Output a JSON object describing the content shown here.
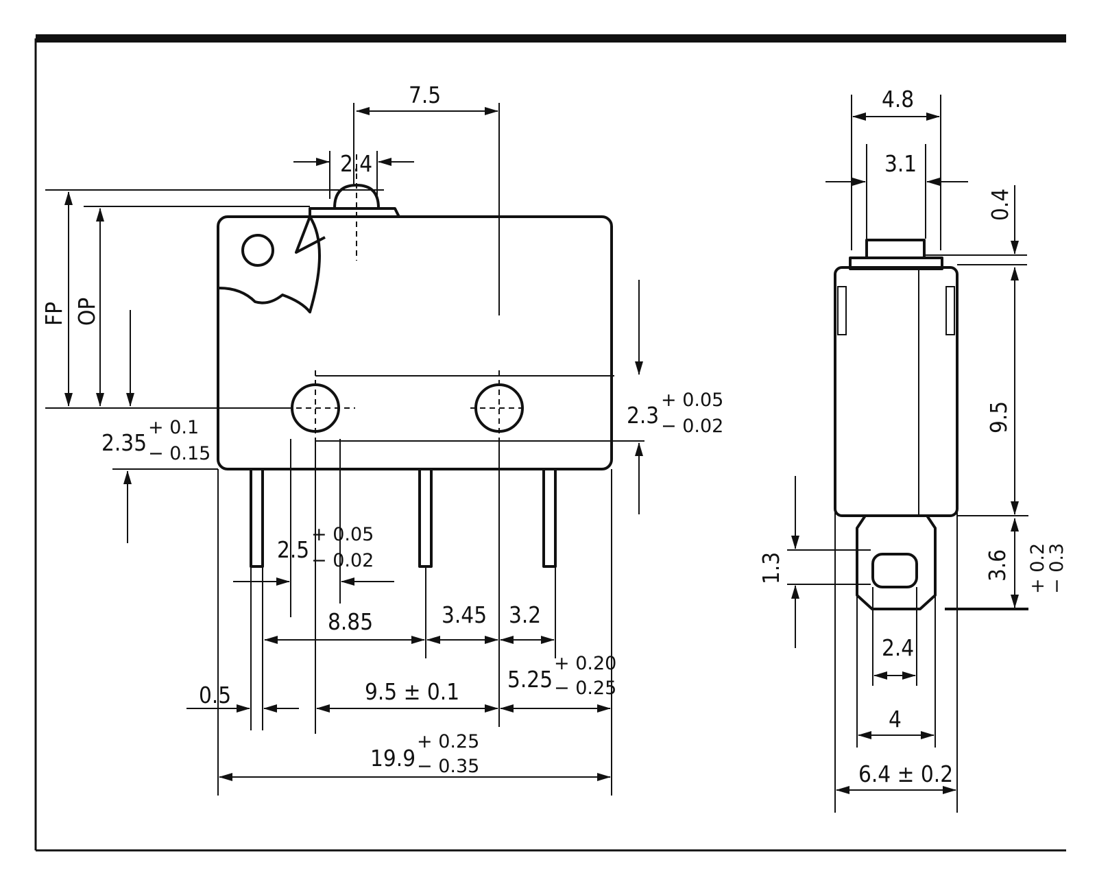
{
  "labels": {
    "fp": "FP",
    "op": "OP",
    "d_7_5": "7.5",
    "d_2_4_top": "2.4",
    "d_2_35": "2.35",
    "d_2_35_plus": "+ 0.1",
    "d_2_35_minus": "− 0.15",
    "d_2_3": "2.3",
    "d_2_3_plus": "+ 0.05",
    "d_2_3_minus": "− 0.02",
    "d_2_5": "2.5",
    "d_2_5_plus": "+ 0.05",
    "d_2_5_minus": "− 0.02",
    "d_8_85": "8.85",
    "d_3_45": "3.45",
    "d_3_2": "3.2",
    "d_5_25": "5.25",
    "d_5_25_plus": "+ 0.20",
    "d_5_25_minus": "− 0.25",
    "d_0_5": "0.5",
    "d_9_5_tol": "9.5 ± 0.1",
    "d_19_9": "19.9",
    "d_19_9_plus": "+ 0.25",
    "d_19_9_minus": "− 0.35",
    "d_4_8": "4.8",
    "d_3_1": "3.1",
    "d_0_4": "0.4",
    "d_9_5_side": "9.5",
    "d_1_3": "1.3",
    "d_3_6": "3.6",
    "d_3_6_plus": "+ 0.2",
    "d_3_6_minus": "− 0.3",
    "d_2_4_side": "2.4",
    "d_4": "4",
    "d_6_4": "6.4 ± 0.2"
  }
}
